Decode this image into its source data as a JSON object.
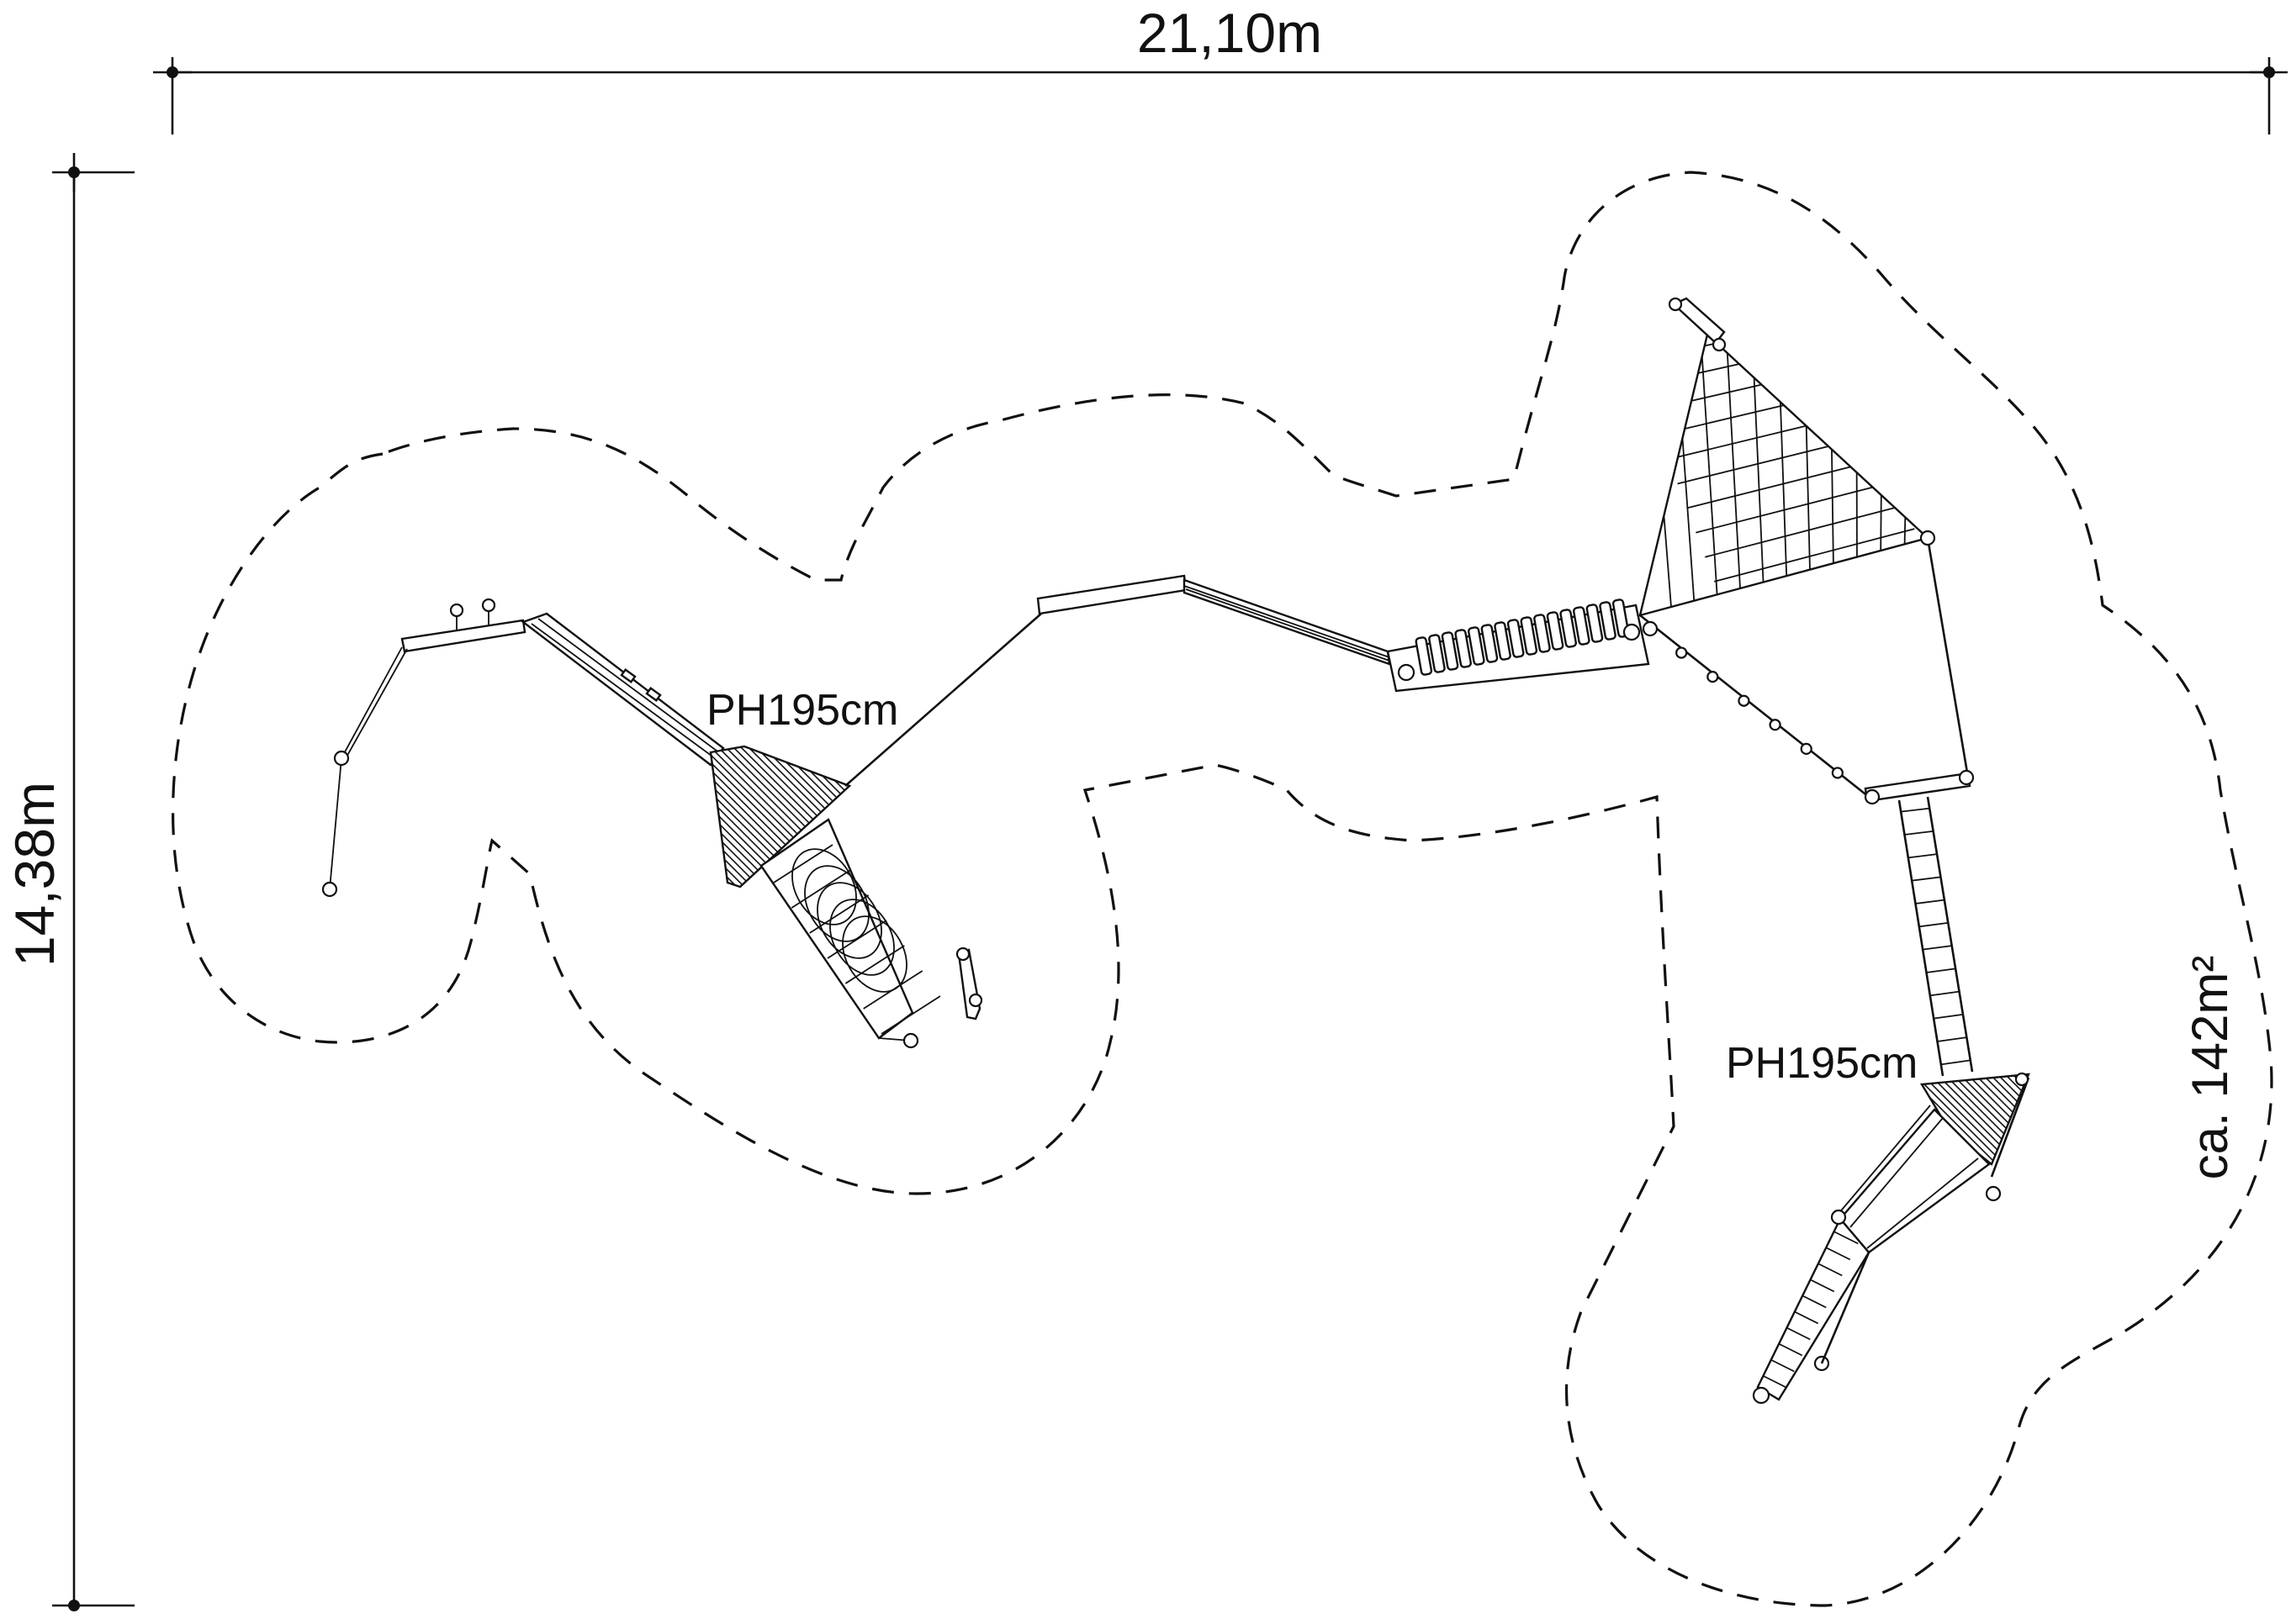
{
  "dimensions": {
    "width_label": "21,10m",
    "height_label": "14,38m",
    "area_label": "ca. 142m²"
  },
  "platform_labels": {
    "left_platform": "PH195cm",
    "right_platform": "PH195cm"
  }
}
